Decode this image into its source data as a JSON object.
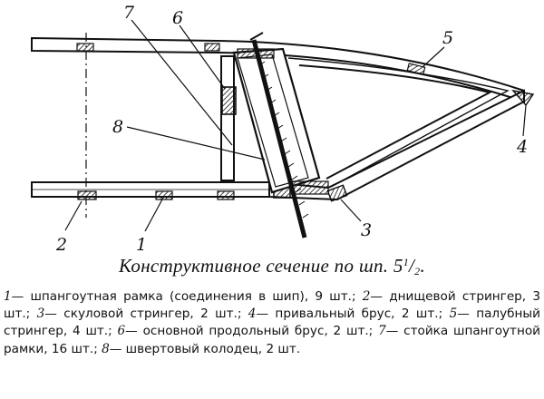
{
  "caption": {
    "text": "Конструктивное сечение по шп.",
    "frame_whole": "5",
    "frame_num": "1",
    "frame_den": "2",
    "period": "."
  },
  "callouts": [
    "1",
    "2",
    "3",
    "4",
    "5",
    "6",
    "7",
    "8"
  ],
  "legend": [
    {
      "num": "1",
      "text": "— шпангоутная рамка (соединения в шип), 9 шт.; "
    },
    {
      "num": "2",
      "text": "— днищевой стрингер, 3 шт.; "
    },
    {
      "num": "3",
      "text": "— скуловой стрингер, 2 шт.; "
    },
    {
      "num": "4",
      "text": "— привальный брус, 2 шт.; "
    },
    {
      "num": "5",
      "text": "— палубный стрингер, 4 шт.; "
    },
    {
      "num": "6",
      "text": "— основной продольный брус, 2 шт.; "
    },
    {
      "num": "7",
      "text": "— стойка шпангоутной рамки, 16 шт.; "
    },
    {
      "num": "8",
      "text": "— швертовый колодец, 2 шт."
    }
  ]
}
